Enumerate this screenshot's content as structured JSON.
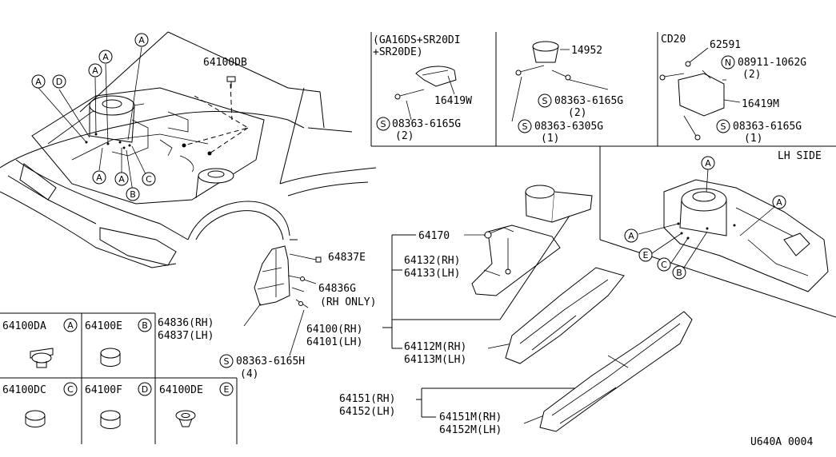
{
  "car_labels": {
    "a": "A",
    "b": "B",
    "c": "C",
    "d": "D",
    "e": "E",
    "n": "N",
    "s": "S"
  },
  "top_right": {
    "engine_note": "(GA16DS+SR20DI",
    "engine_note2": "+SR20DE)",
    "cd20": "CD20",
    "p_14952": "14952",
    "p_16419w": "16419W",
    "p_08363_6165g_a": "08363-6165G",
    "qty_2_a": "(2)",
    "p_08363_6165g_b": "08363-6165G",
    "qty_2_b": "(2)",
    "p_08363_6305g": "08363-6305G",
    "qty_1_a": "(1)",
    "p_62591": "62591",
    "p_08911_1062g": "08911-1062G",
    "qty_2_c": "(2)",
    "p_16419m": "16419M",
    "p_08363_6165g_c": "08363-6165G",
    "qty_1_b": "(1)",
    "lh_side": "LH SIDE"
  },
  "main_parts": {
    "p_64100db": "64100DB",
    "p_64837e": "64837E",
    "p_64836g": "64836G",
    "rh_only": "(RH ONLY)",
    "p_64836": "64836(RH)",
    "p_64837": "64837(LH)",
    "p_08363_6165h": "08363-6165H",
    "qty_4": "(4)",
    "p_64170": "64170",
    "p_64132": "64132(RH)",
    "p_64133": "64133(LH)",
    "p_64100": "64100(RH)",
    "p_64101": "64101(LH)",
    "p_64112m": "64112M(RH)",
    "p_64113m": "64113M(LH)",
    "p_64151": "64151(RH)",
    "p_64152": "64152(LH)",
    "p_64151m": "64151M(RH)",
    "p_64152m": "64152M(LH)"
  },
  "legend": {
    "items": [
      {
        "code": "64100DA",
        "letter": "A"
      },
      {
        "code": "64100E",
        "letter": "B"
      },
      {
        "code": "64100DC",
        "letter": "C"
      },
      {
        "code": "64100F",
        "letter": "D"
      },
      {
        "code": "64100DE",
        "letter": "E"
      }
    ]
  },
  "footer": {
    "figure_code": "U640A 0004"
  }
}
